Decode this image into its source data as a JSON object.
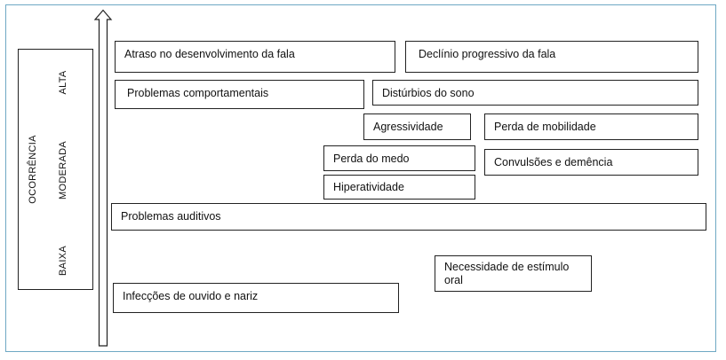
{
  "axis": {
    "title": "OCORRÊNCIA",
    "levels": {
      "high": "ALTA",
      "moderate": "MODERADA",
      "low": "BAIXA"
    }
  },
  "boxes": {
    "atraso": "Atraso no desenvolvimento da fala",
    "declinio": "Declínio progressivo da fala",
    "comportamentais": "Problemas comportamentais",
    "sono": "Distúrbios do sono",
    "agressividade": "Agressividade",
    "mobilidade": "Perda de mobilidade",
    "medo": "Perda do medo",
    "convulsoes": "Convulsões e demência",
    "hiperatividade": "Hiperatividade",
    "auditivos": "Problemas auditivos",
    "estimulo": "Necessidade de estímulo oral",
    "infeccoes": "Infecções de ouvido e nariz"
  },
  "colors": {
    "frame_border": "#6ea8c4",
    "box_border": "#222222"
  }
}
